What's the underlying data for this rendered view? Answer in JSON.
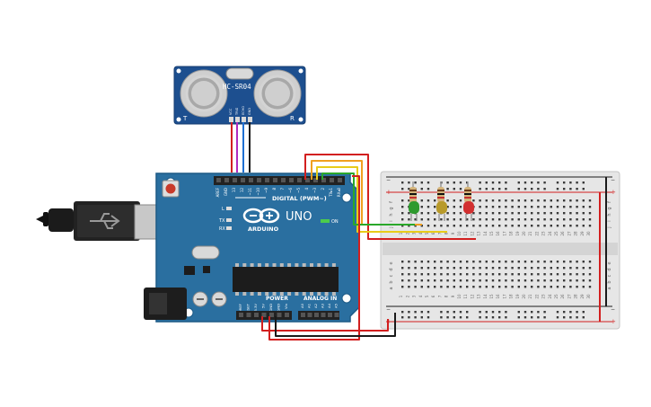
{
  "sensor": {
    "model": "HC-SR04",
    "left_mark": "T",
    "right_mark": "R",
    "pins": [
      "VCC",
      "TRIG",
      "ECHO",
      "GND"
    ]
  },
  "arduino": {
    "brand": "ARDUINO",
    "model": "UNO",
    "digital_label": "DIGITAL (PWM~)",
    "power_label": "POWER",
    "analog_label": "ANALOG IN",
    "on_label": "ON",
    "tx_label": "TX",
    "rx_label": "RX",
    "l_label": "L",
    "top_pins": [
      "AREF",
      "GND",
      "13",
      "12",
      "~11",
      "~10",
      "~9",
      "8",
      "7",
      "~6",
      "~5",
      "4",
      "~3",
      "2",
      "TX▸1",
      "RX◂0"
    ],
    "power_pins": [
      "IOREF",
      "RESET",
      "3.3V",
      "5V",
      "GND",
      "GND",
      "Vin"
    ],
    "analog_pins": [
      "A0",
      "A1",
      "A2",
      "A3",
      "A4",
      "A5"
    ]
  },
  "breadboard": {
    "columns": 30,
    "top_row_letters": [
      "j",
      "i",
      "h",
      "g",
      "f"
    ],
    "bottom_row_letters": [
      "e",
      "d",
      "c",
      "b",
      "a"
    ],
    "rail_plus": "+",
    "rail_minus": "−"
  },
  "colors": {
    "board": "#2a6fa0",
    "sensor": "#1d4f8f",
    "wire_red": "#d21f1f",
    "wire_black": "#1a1a1a",
    "wire_blue": "#1f6fd2",
    "wire_green": "#2aa82a",
    "wire_orange": "#f0a020",
    "wire_yellow": "#e8cc1a",
    "led_green": "#2e9a2e",
    "led_yellow": "#b89a2a",
    "led_red": "#d23030"
  },
  "leds": [
    {
      "color": "green"
    },
    {
      "color": "yellow"
    },
    {
      "color": "red"
    }
  ]
}
